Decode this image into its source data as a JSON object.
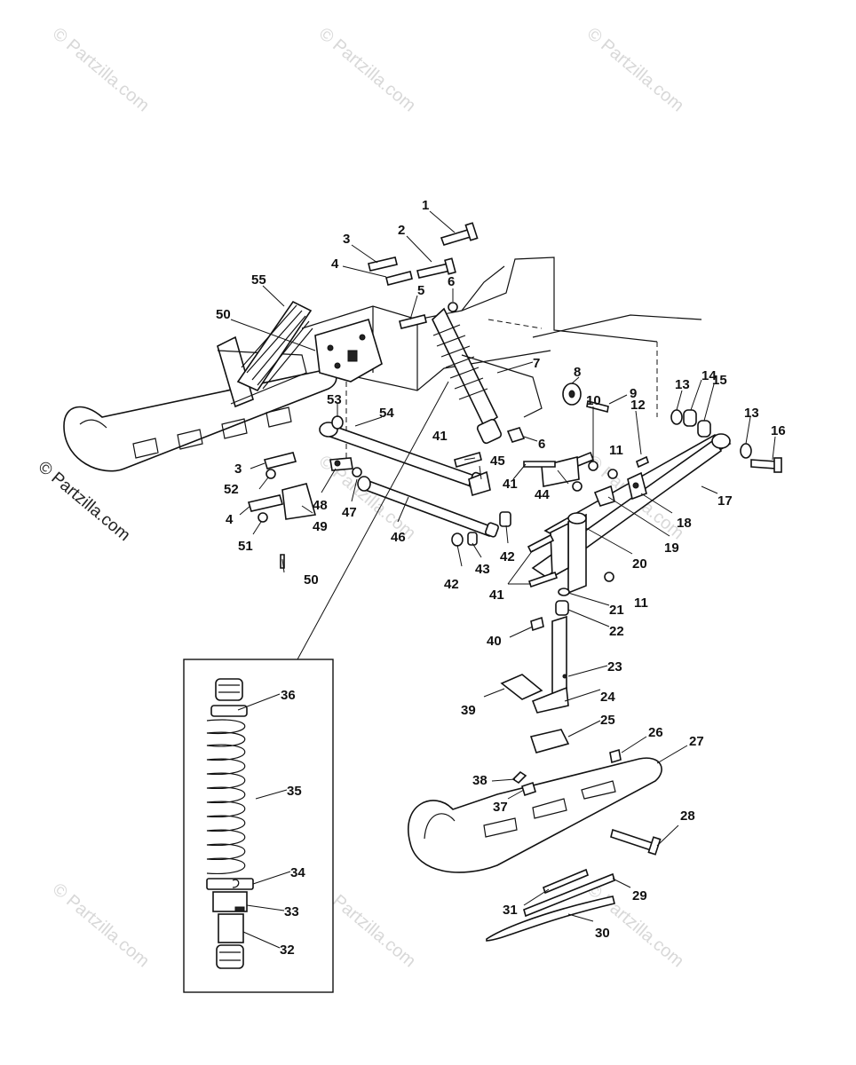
{
  "watermark": {
    "text": "© Partzilla.com",
    "side_text": "© Partzilla.com"
  },
  "callouts": [
    {
      "id": "1"
    },
    {
      "id": "2"
    },
    {
      "id": "3"
    },
    {
      "id": "4"
    },
    {
      "id": "5"
    },
    {
      "id": "6"
    },
    {
      "id": "7"
    },
    {
      "id": "8"
    },
    {
      "id": "9"
    },
    {
      "id": "10"
    },
    {
      "id": "11"
    },
    {
      "id": "12"
    },
    {
      "id": "13"
    },
    {
      "id": "14"
    },
    {
      "id": "15"
    },
    {
      "id": "16"
    },
    {
      "id": "17"
    },
    {
      "id": "18"
    },
    {
      "id": "19"
    },
    {
      "id": "20"
    },
    {
      "id": "21"
    },
    {
      "id": "22"
    },
    {
      "id": "23"
    },
    {
      "id": "24"
    },
    {
      "id": "25"
    },
    {
      "id": "26"
    },
    {
      "id": "27"
    },
    {
      "id": "28"
    },
    {
      "id": "29"
    },
    {
      "id": "30"
    },
    {
      "id": "31"
    },
    {
      "id": "32"
    },
    {
      "id": "33"
    },
    {
      "id": "34"
    },
    {
      "id": "35"
    },
    {
      "id": "36"
    },
    {
      "id": "37"
    },
    {
      "id": "38"
    },
    {
      "id": "39"
    },
    {
      "id": "40"
    },
    {
      "id": "41"
    },
    {
      "id": "42"
    },
    {
      "id": "43"
    },
    {
      "id": "44"
    },
    {
      "id": "45"
    },
    {
      "id": "46"
    },
    {
      "id": "47"
    },
    {
      "id": "48"
    },
    {
      "id": "49"
    },
    {
      "id": "50"
    },
    {
      "id": "51"
    },
    {
      "id": "52"
    },
    {
      "id": "53"
    },
    {
      "id": "54"
    },
    {
      "id": "55"
    }
  ],
  "colors": {
    "line": "#111111",
    "background": "#ffffff",
    "watermark": "#d8d8d8"
  }
}
